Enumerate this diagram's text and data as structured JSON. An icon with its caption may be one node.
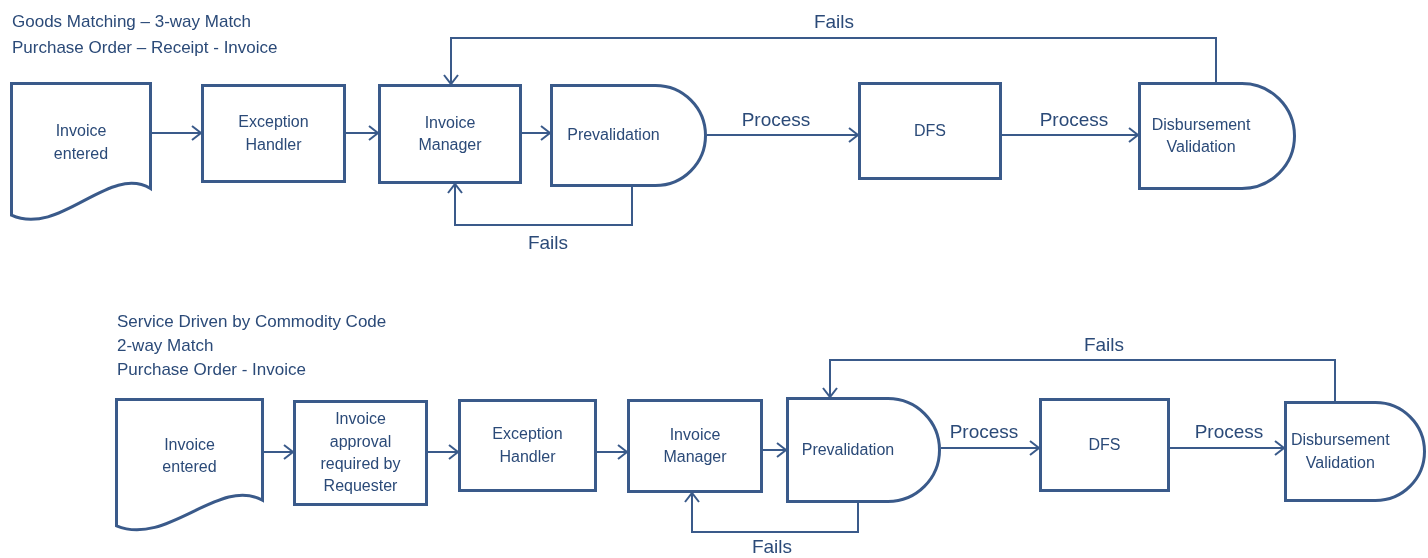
{
  "diagram": {
    "nodes": [
      {
        "text": [
          "Invoice entered"
        ]
      },
      {
        "text": [
          "Exception Handler"
        ]
      },
      {
        "text": [
          "Invoice Manager"
        ]
      },
      {
        "text": [
          "Prevalidation"
        ]
      },
      {
        "text": [
          "DFS"
        ]
      },
      {
        "text": [
          "Disbursement Validation"
        ]
      },
      {
        "text": [
          "Invoice entered"
        ]
      },
      {
        "text": [
          "Invoice approval required by Requester"
        ]
      },
      {
        "text": [
          "Exception Handler"
        ]
      },
      {
        "text": [
          "Invoice Manager"
        ]
      },
      {
        "text": [
          "Prevalidation"
        ]
      },
      {
        "text": [
          "DFS"
        ]
      },
      {
        "text": [
          "Disbursement Validation"
        ]
      }
    ],
    "edges": [
      {
        "from": 0,
        "to": 1,
        "arrow": "to"
      },
      {
        "from": 1,
        "to": 2,
        "arrow": "to"
      },
      {
        "from": 2,
        "to": 3,
        "arrow": "to"
      },
      {
        "from": 3,
        "to": 4,
        "arrow": "to",
        "label": "Process"
      },
      {
        "from": 4,
        "to": 5,
        "arrow": "to",
        "label": "Process"
      },
      {
        "from": 5,
        "to": 2,
        "arrow": "to",
        "label": "Fails"
      },
      {
        "from": 3,
        "to": 2,
        "arrow": "to",
        "label": "Fails"
      },
      {
        "from": 6,
        "to": 7,
        "arrow": "to"
      },
      {
        "from": 7,
        "to": 8,
        "arrow": "to"
      },
      {
        "from": 8,
        "to": 9,
        "arrow": "to"
      },
      {
        "from": 9,
        "to": 10,
        "arrow": "to"
      },
      {
        "from": 10,
        "to": 11,
        "arrow": "to",
        "label": "Process"
      },
      {
        "from": 11,
        "to": 12,
        "arrow": "to",
        "label": "Process"
      },
      {
        "from": 12,
        "to": 10,
        "arrow": "to",
        "label": "Fails"
      },
      {
        "from": 10,
        "to": 9,
        "arrow": "to",
        "label": "Fails"
      }
    ],
    "labels": [
      "Goods Matching – 3-way Match",
      "Purchase Order – Receipt - Invoice",
      "Service Driven by Commodity Code",
      "2-way Match",
      "Purchase Order - Invoice"
    ]
  }
}
